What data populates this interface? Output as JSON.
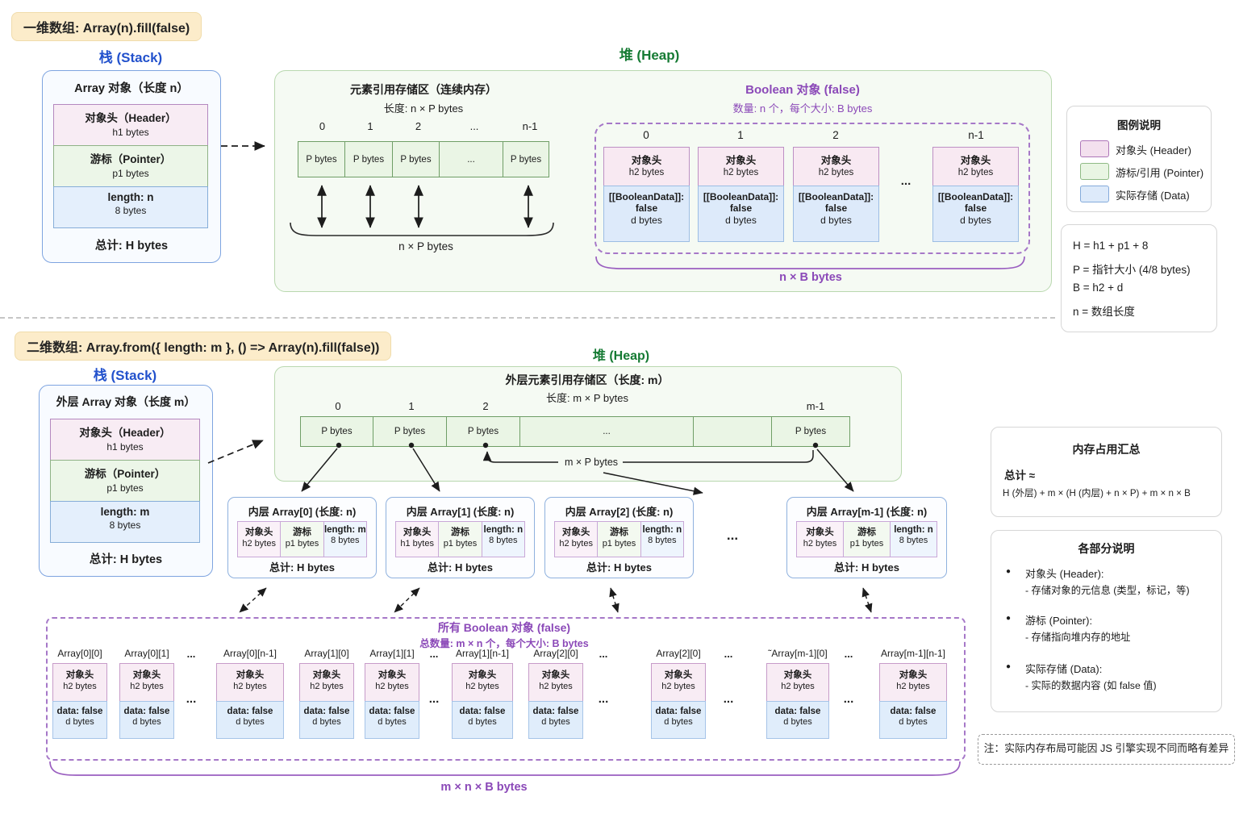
{
  "colors": {
    "accent_blue": "#2251cc",
    "accent_green": "#157a33",
    "accent_purple": "#8b49b8",
    "header_pink": "#f3e0ee",
    "pointer_green": "#e9f5e3",
    "data_blue": "#ddeafa",
    "badge_bg": "#fcecca"
  },
  "misc": {
    "ellipsis": "..."
  },
  "section1": {
    "badge": "一维数组: Array(n).fill(false)",
    "stack": {
      "title": "栈 (Stack)",
      "box_title": "Array 对象（长度 n）",
      "rows": [
        {
          "label": "对象头（Header）",
          "sub": "h1 bytes"
        },
        {
          "label": "游标（Pointer）",
          "sub": "p1 bytes"
        },
        {
          "label": "length:  n",
          "sub": "8 bytes"
        }
      ],
      "total": "总计:  H bytes"
    },
    "heap": {
      "title": "堆 (Heap)",
      "ref_store": {
        "title": "元素引用存储区（连续内存）",
        "subtitle": "长度:  n × P bytes",
        "indices": [
          "0",
          "1",
          "2",
          "...",
          "n-1"
        ],
        "cell": "P bytes",
        "brace_label": "n × P bytes"
      },
      "booleans": {
        "title": "Boolean 对象 (false)",
        "subtitle": "数量:  n 个，每个大小:  B bytes",
        "indices": [
          "0",
          "1",
          "2",
          "n-1"
        ],
        "cell_header": "对象头",
        "cell_header_sub": "h2 bytes",
        "data_line1": "[[BooleanData]]:",
        "data_line2": "false",
        "data_sub": "d bytes",
        "brace_label": "n × B  bytes"
      }
    },
    "legend": {
      "title": "图例说明",
      "items": [
        {
          "label": "对象头 (Header)"
        },
        {
          "label": "游标/引用 (Pointer)"
        },
        {
          "label": "实际存储 (Data)"
        }
      ]
    },
    "formulas": {
      "line1": "H = h1 + p1 + 8",
      "line2": "P = 指针大小 (4/8 bytes)",
      "line3": "B = h2 + d",
      "line4": "n = 数组长度"
    }
  },
  "section2": {
    "badge": "二维数组: Array.from({ length: m }, () => Array(n).fill(false))",
    "stack": {
      "title": "栈 (Stack)",
      "box_title": "外层 Array 对象（长度 m）",
      "rows": [
        {
          "label": "对象头（Header）",
          "sub": "h1 bytes"
        },
        {
          "label": "游标（Pointer）",
          "sub": "p1 bytes"
        },
        {
          "label": "length:  m",
          "sub": "8 bytes"
        }
      ],
      "total": "总计:  H bytes"
    },
    "heap": {
      "title": "堆 (Heap)",
      "ref_store": {
        "title": "外层元素引用存储区（长度:  m）",
        "subtitle": "长度:  m × P bytes",
        "indices": [
          "0",
          "1",
          "2",
          "m-1"
        ],
        "cell": "P bytes",
        "bracket_label": "m × P bytes"
      },
      "inner_arrays": [
        {
          "title": "内层 Array[0]  (长度: n)",
          "cells": [
            {
              "label": "对象头",
              "sub": "h2 bytes"
            },
            {
              "label": "游标",
              "sub": "p1 bytes"
            },
            {
              "label": "length:  m",
              "sub": "8 bytes"
            }
          ],
          "total": "总计:  H bytes"
        },
        {
          "title": "内层 Array[1]  (长度: n)",
          "cells": [
            {
              "label": "对象头",
              "sub": "h1 bytes"
            },
            {
              "label": "游标",
              "sub": "p1 bytes"
            },
            {
              "label": "length:  n",
              "sub": "8 bytes"
            }
          ],
          "total": "总计:  H bytes"
        },
        {
          "title": "内层 Array[2]  (长度: n)",
          "cells": [
            {
              "label": "对象头",
              "sub": "h2 bytes"
            },
            {
              "label": "游标",
              "sub": "p1 bytes"
            },
            {
              "label": "length:  n",
              "sub": "8 bytes"
            }
          ],
          "total": "总计:  H bytes"
        },
        {
          "title": "内层 Array[m-1]  (长度: n)",
          "cells": [
            {
              "label": "对象头",
              "sub": "h2 bytes"
            },
            {
              "label": "游标",
              "sub": "p1 bytes"
            },
            {
              "label": "length:  n",
              "sub": "8 bytes"
            }
          ],
          "total": "总计:  H bytes"
        }
      ]
    },
    "booleans": {
      "title": "所有 Boolean 对象 (false)",
      "subtitle": "总数量:  m × n 个，每个大小:  B bytes",
      "labels": [
        "Array[0][0]",
        "Array[0][1]",
        "Array[0][n-1]",
        "Array[1][0]",
        "Array[1][1]",
        "Array[1][n-1]",
        "Array[2][0]",
        "Array[2][0]",
        "˜Array[m-1][0]",
        "Array[m-1][n-1]"
      ],
      "cell_header": "对象头",
      "cell_header_sub": "h2 bytes",
      "cell_data": "data:  false",
      "cell_data_sub": "d bytes",
      "brace_label": "m × n  × B  bytes"
    },
    "summary": {
      "title": "内存占用汇总",
      "approx": "总计 ≈",
      "formula": "H (外层) + m × (H (内层) + n × P) + m × n × B"
    },
    "notes": {
      "title": "各部分说明",
      "items": [
        {
          "head": "对象头 (Header):",
          "desc": "- 存储对象的元信息 (类型，标记，等)"
        },
        {
          "head": "游标 (Pointer):",
          "desc": "- 存储指向堆内存的地址"
        },
        {
          "head": "实际存储 (Data):",
          "desc": "- 实际的数据内容 (如 false 值)"
        }
      ]
    },
    "footnote": "注：实际内存布局可能因 JS 引擎实现不同而略有差异"
  }
}
